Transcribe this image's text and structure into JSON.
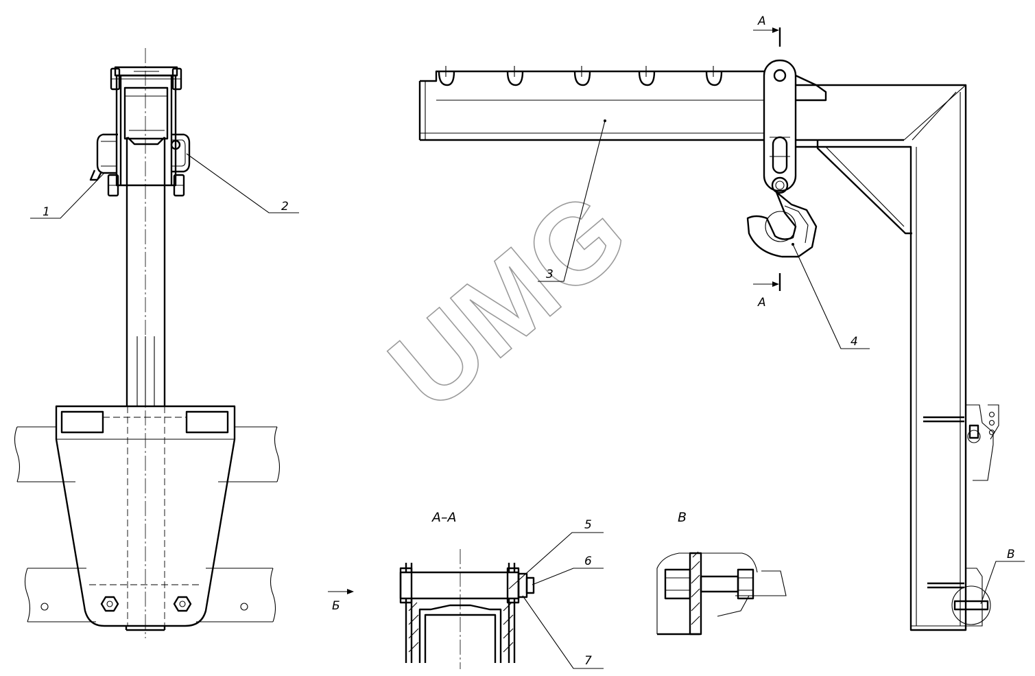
{
  "callouts": [
    "1",
    "2",
    "3",
    "4",
    "5",
    "6",
    "7"
  ],
  "section_marks": {
    "a_top": "А",
    "a_bottom": "А",
    "view_b": "Б",
    "detail_v": "В"
  },
  "view_titles": {
    "section_aa": "А–А",
    "detail_v": "В"
  },
  "watermark": "UMG"
}
